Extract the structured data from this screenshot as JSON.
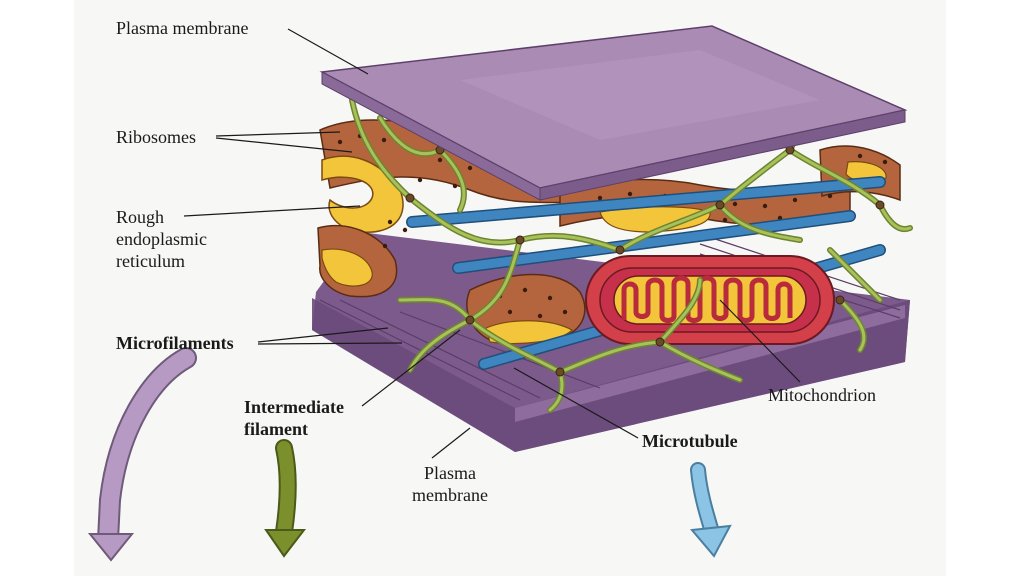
{
  "labels": {
    "plasma_membrane_top": "Plasma membrane",
    "ribosomes": "Ribosomes",
    "rough_er": [
      "Rough",
      "endoplasmic",
      "reticulum"
    ],
    "microfilaments": "Microfilaments",
    "intermediate_filament": [
      "Intermediate",
      "filament"
    ],
    "plasma_membrane_bottom": [
      "Plasma",
      "membrane"
    ],
    "microtubule": "Microtubule",
    "mitochondrion": "Mitochondrion"
  },
  "colors": {
    "membrane": "#a98bb4",
    "membrane_dark": "#6f4d7e",
    "er": "#b4653d",
    "er_lumen": "#f2c53a",
    "cytoskeleton": "#9ab34a",
    "microtubule": "#3f86c1",
    "mitochondrion": "#d3404a",
    "arrow_purple": "#b69ac4",
    "arrow_green": "#7b8f2c",
    "arrow_blue": "#8cc4e6"
  }
}
